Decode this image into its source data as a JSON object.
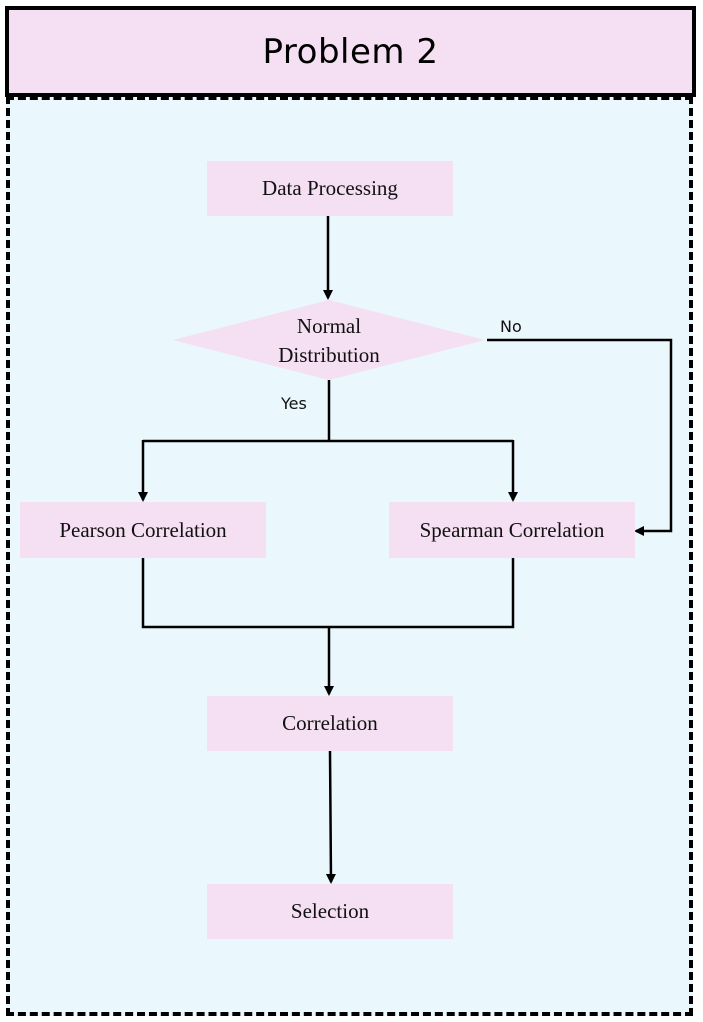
{
  "title": "Problem 2",
  "nodes": {
    "data_processing": "Data Processing",
    "normal_distribution": [
      "Normal",
      "Distribution"
    ],
    "pearson": "Pearson Correlation",
    "spearman": "Spearman Correlation",
    "correlation": "Correlation",
    "selection": "Selection"
  },
  "edge_labels": {
    "yes": "Yes",
    "no": "No"
  },
  "colors": {
    "node_fill": "#f5dff2",
    "panel_fill": "#eaf7fd",
    "title_fill": "#f5dff2",
    "line": "#000000"
  }
}
